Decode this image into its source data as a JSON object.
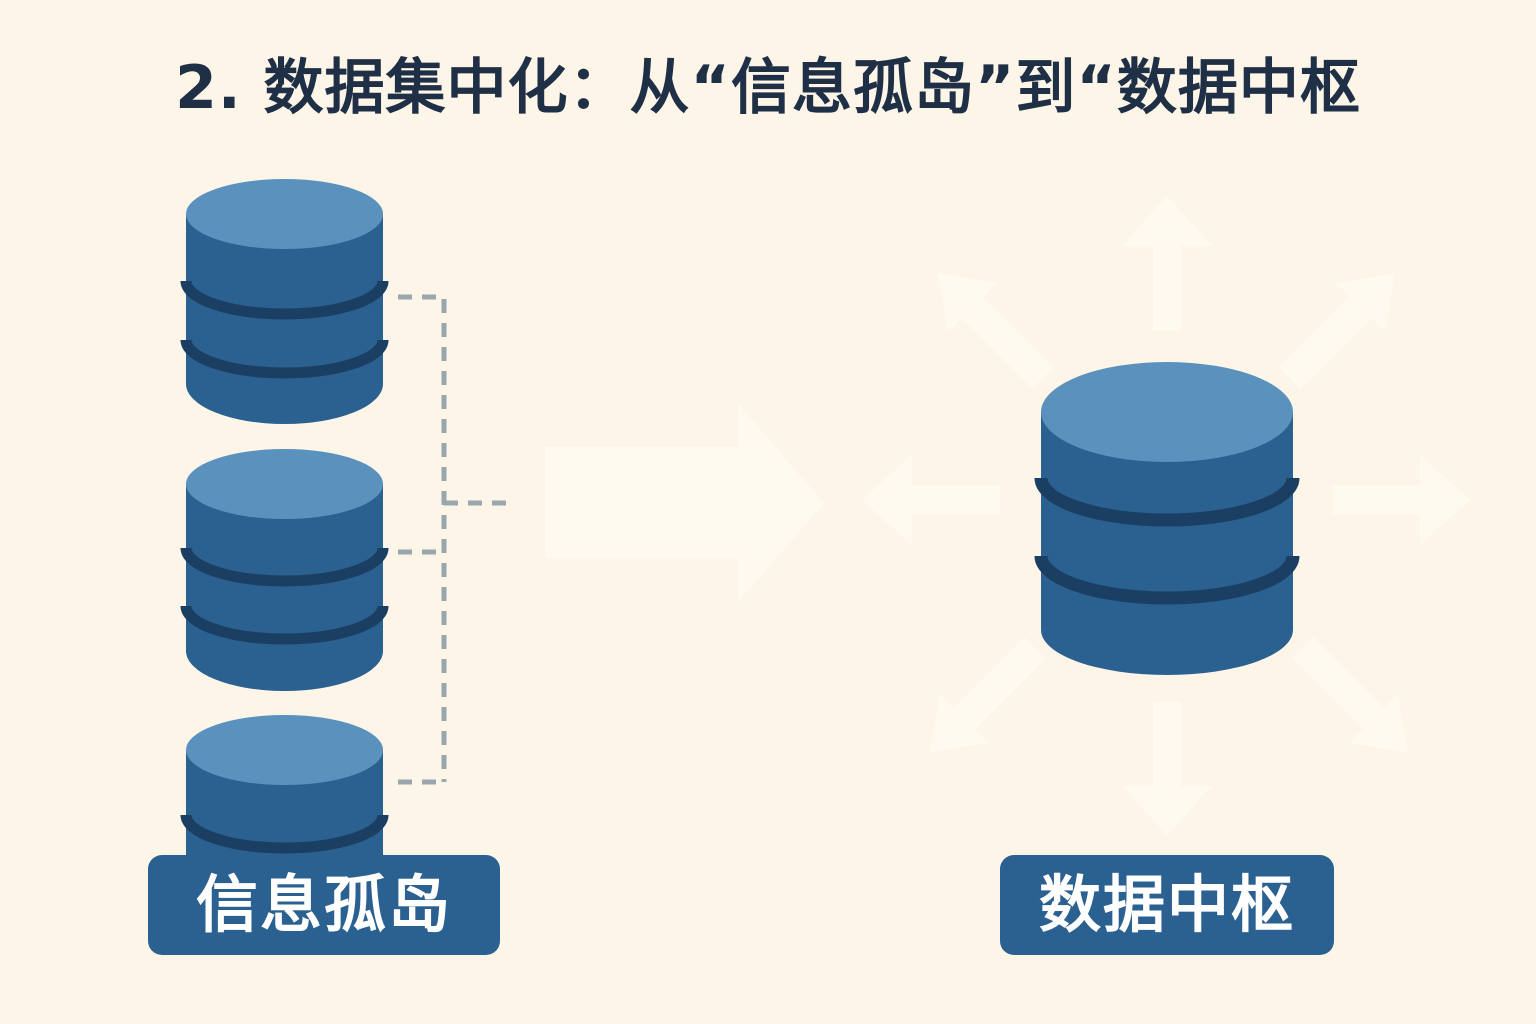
{
  "title": "2. 数据集中化：从“信息孤岛”到“数据中枢",
  "labels": {
    "left": "信息孤岛",
    "right": "数据中枢"
  },
  "colors": {
    "background": "#fdf5e8",
    "db_top": "#5a91bd",
    "db_body": "#2b6191",
    "db_band": "#1b3f63",
    "arrow": "#fffaf0",
    "dashed_line": "#9aa6ad",
    "title_text": "#1f2f45"
  },
  "icons": {
    "database": "database-icon",
    "arrow": "arrow-icon"
  }
}
